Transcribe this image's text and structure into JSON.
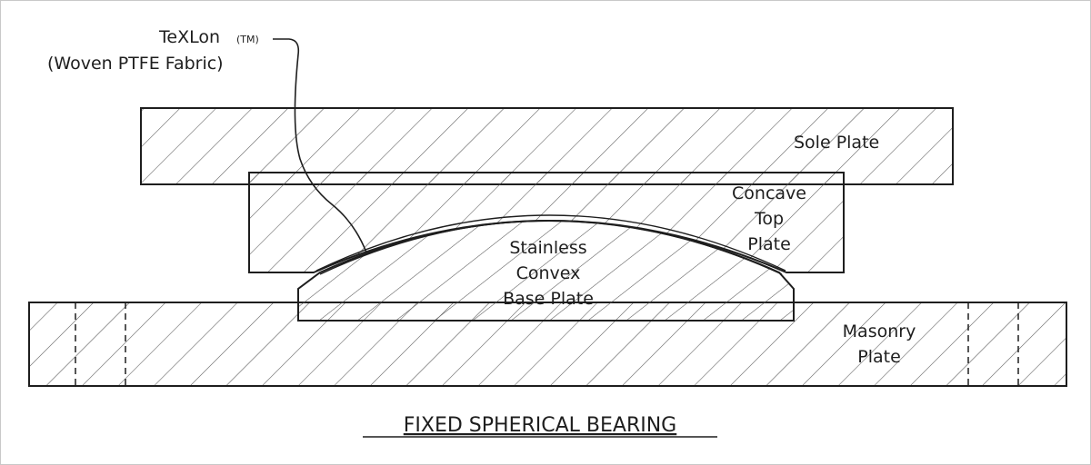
{
  "title": "FIXED SPHERICAL BEARING",
  "callout": {
    "line1": "TeXLon",
    "tm": "(TM)",
    "line2": "(Woven PTFE Fabric)"
  },
  "parts": {
    "sole_plate": "Sole Plate",
    "concave_top_plate": [
      "Concave",
      "Top",
      "Plate"
    ],
    "stainless_convex_base_plate": [
      "Stainless",
      "Convex",
      "Base Plate"
    ],
    "masonry_plate": [
      "Masonry",
      "Plate"
    ]
  },
  "colors": {
    "stroke": "#1e1e1e",
    "hatch": "#555555",
    "frame": "#c8c8c8"
  }
}
